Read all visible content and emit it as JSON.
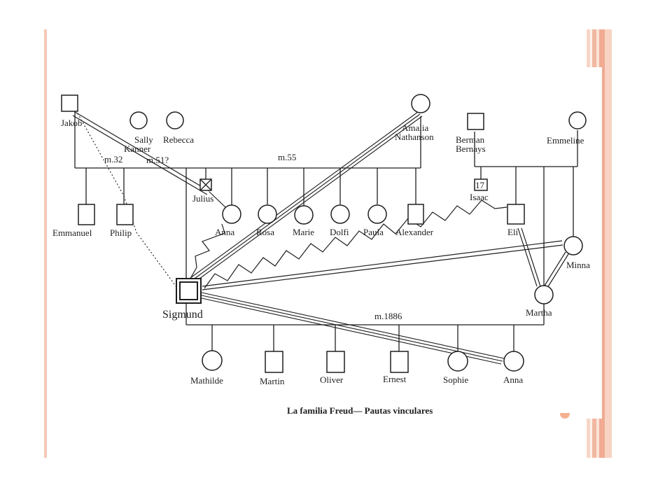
{
  "caption": "La familia Freud— Pautas vinculares",
  "marriage_labels": {
    "jakob_sally": "m.32",
    "jakob_rebecca": "m.51?",
    "jakob_amalia": "m.55",
    "sigmund_martha": "m.1886"
  },
  "people": {
    "jakob": "Jakob",
    "sally": "Sally\nKanner",
    "rebecca": "Rebecca",
    "amalia": "Amalia\nNathanson",
    "berman": "Berman\nBernays",
    "emmeline": "Emmeline",
    "emmanuel": "Emmanuel",
    "philip": "Philip",
    "julius": "Julius",
    "anna_sister": "Anna",
    "rosa": "Rosa",
    "marie": "Marie",
    "dolfi": "Dolfi",
    "paula": "Paula",
    "alexander": "Alexander",
    "isaac": "Isaac",
    "isaac_age": "17",
    "eli": "Eli",
    "minna": "Minna",
    "sigmund": "Sigmund",
    "martha": "Martha",
    "mathilde": "Mathilde",
    "martin": "Martin",
    "oliver": "Oliver",
    "ernest": "Ernest",
    "sophie": "Sophie",
    "anna_daughter": "Anna"
  },
  "colors": {
    "ink": "#1e1e1e",
    "accent_border": "#f4c8b5",
    "stripe": "#f0ab92"
  }
}
